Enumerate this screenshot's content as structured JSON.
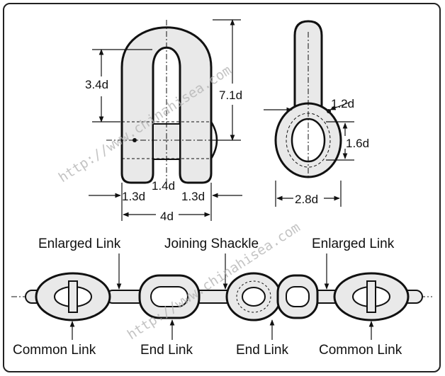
{
  "dimensions": {
    "d_3_4": "3.4d",
    "d_7_1": "7.1d",
    "d_1_4": "1.4d",
    "d_1_3_left": "1.3d",
    "d_1_3_right": "1.3d",
    "d_4": "4d",
    "d_1_2": "1.2d",
    "d_1_6": "1.6d",
    "d_2_8": "2.8d"
  },
  "labels": {
    "enlarged_link_left": "Enlarged Link",
    "joining_shackle": "Joining Shackle",
    "enlarged_link_right": "Enlarged Link",
    "common_link_left": "Common Link",
    "end_link_left": "End Link",
    "end_link_right": "End Link",
    "common_link_right": "Common Link"
  },
  "watermark": {
    "text": "http://www.chinahisea.com"
  }
}
